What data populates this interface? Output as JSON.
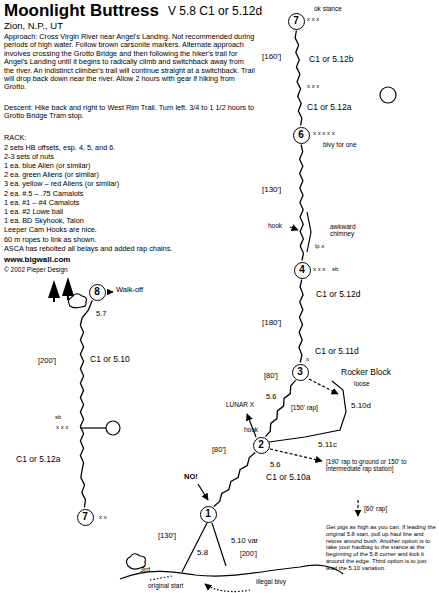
{
  "diagram": {
    "title": "Moonlight Buttress",
    "nodes": [
      {
        "text": [
          "7"
        ]
      },
      {
        "text": [
          "6"
        ]
      },
      {
        "text": [
          "4"
        ]
      },
      {
        "text": [
          "3"
        ]
      },
      {
        "text": [
          "8"
        ]
      },
      {
        "text": [
          "2"
        ]
      },
      {
        "text": [
          "1"
        ]
      },
      {
        "text": [
          "7"
        ]
      }
    ],
    "edges": [
      {
        "from": 6,
        "to": 5,
        "arrow": "none"
      },
      {
        "from": 5,
        "to": 3,
        "arrow": "none"
      },
      {
        "from": 3,
        "to": 2,
        "arrow": "none"
      },
      {
        "from": 2,
        "to": 1,
        "arrow": "none"
      },
      {
        "from": 1,
        "to": 0,
        "arrow": "none"
      },
      {
        "from": 7,
        "to": 4,
        "arrow": "none"
      }
    ],
    "labels": [
      "V 5.8 C1 or 5.12d",
      "Zion, N.P., UT",
      "Approach: Cross Virgin River near Angel's Landing. Not recommended during periods of high water. Follow brown carsonite markers. Alternate approach involves crossing the Grotto Bridge and then following the hiker's trail for Angel's Landing until it begins to radically climb and switchback away from the river. An indistinct climber's trail will continue straight at a switchback. Trail will drop back down near the river. Allow 2 hours with gear if hiking from Grotto.",
      "Descent: Hike back and right to West Rim Trail. Turn left. 3/4 to 1 1/2 hours to Grotto Bridge Tram stop.",
      "RACK:",
      "2 sets HB offsets, esp. 4, 5, and 6.",
      "2-3 sets of nuts",
      "1 ea. blue Alien (or similar)",
      "2 ea. green Aliens (or similar)",
      "3 ea. yellow – red Aliens (or similar)",
      "2 ea. #.5 – .75 Camalots",
      "1 ea. #1 – #4 Camalots",
      "1 ea. #2 Lowe ball",
      "1 ea. BD Skyhook, Talon",
      "Leeper Cam Hooks are nice.",
      "60 m ropes to link as shown.",
      "ASCA has rebolted all belays and added rap chains.",
      "www.bigwall.com",
      "© 2002 Pieper Design",
      "ok stance",
      "x x x",
      "[160']",
      "C1 or 5.12b",
      "x x x",
      "C1 or 5.12a",
      "x x x x x",
      "bivy for one",
      "[130']",
      "hook",
      "awkward chimney",
      "lp x",
      "x x x",
      "sb",
      "C1 or 5.12d",
      "[180']",
      "C1 or 5.11d",
      "x",
      "Rocker Block",
      "loose",
      "[80']",
      "5.6",
      "5.10d",
      "[150' rap]",
      "LUNAR X",
      "5.11c",
      "hook",
      "[80']",
      "5.6",
      "C1 or 5.10a",
      "[190' rap to ground or 150' to intermediate rap station]",
      "NO!",
      "[130']",
      "5.8",
      "5.10 var",
      "[200']",
      "3rd",
      "original start",
      "illegal bivy",
      "[60' rap]",
      "Get pigs as high as you can. If leading the original 5.8 start, pull up haul line and retoss around bush. Another option is to take your haulbag to the stance at the beginning of the 5.8 corner and kick it around the edge. Third option is to just lead the 5.10 variation.",
      "Walk-off",
      "5.7",
      "[200']",
      "C1 or 5.10",
      "sb",
      "x x x",
      "C1 or 5.12a",
      "x x"
    ]
  }
}
